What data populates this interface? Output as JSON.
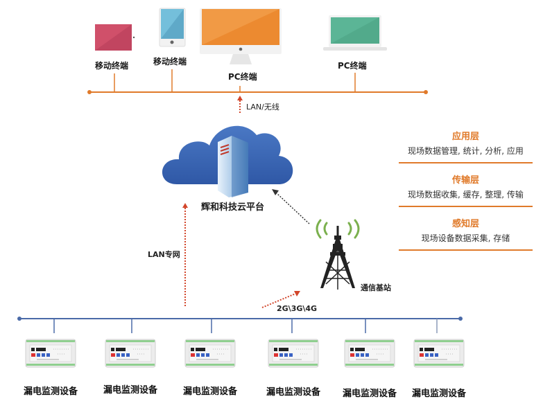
{
  "terminals": [
    {
      "label": "移动终端",
      "icon": "tablet-landscape-icon",
      "color": "#d0506a"
    },
    {
      "label": "移动终端",
      "icon": "tablet-portrait-icon",
      "color": "#6ab4d2"
    },
    {
      "label": "PC终端",
      "icon": "desktop-monitor-icon",
      "color": "#f0913a"
    },
    {
      "label": "PC终端",
      "icon": "laptop-icon",
      "color": "#5bb596"
    }
  ],
  "links": {
    "lan_wireless": "LAN/无线",
    "lan_private": "LAN专网",
    "mobile": "2G\\3G\\4G"
  },
  "cloud": {
    "label": "辉和科技云平台",
    "icon": "cloud-server-icon",
    "color": "#3c67b5"
  },
  "tower": {
    "label": "通信基站",
    "icon": "cell-tower-icon",
    "signal_color": "#7bb04e"
  },
  "layers": [
    {
      "title": "应用层",
      "desc": "现场数据管理, 统计, 分析, 应用"
    },
    {
      "title": "传输层",
      "desc": "现场数据收集, 缓存, 整理, 传输"
    },
    {
      "title": "感知层",
      "desc": "现场设备数据采集, 存储"
    }
  ],
  "devices": [
    {
      "label": "漏电监测设备"
    },
    {
      "label": "漏电监测设备"
    },
    {
      "label": "漏电监测设备"
    },
    {
      "label": "漏电监测设备"
    },
    {
      "label": "漏电监测设备"
    },
    {
      "label": "漏电监测设备"
    }
  ],
  "colors": {
    "top_bus": "#e07a2a",
    "bottom_bus": "#4a6aa8",
    "arrow": "#d2452a",
    "accent": "#e07a2a"
  }
}
